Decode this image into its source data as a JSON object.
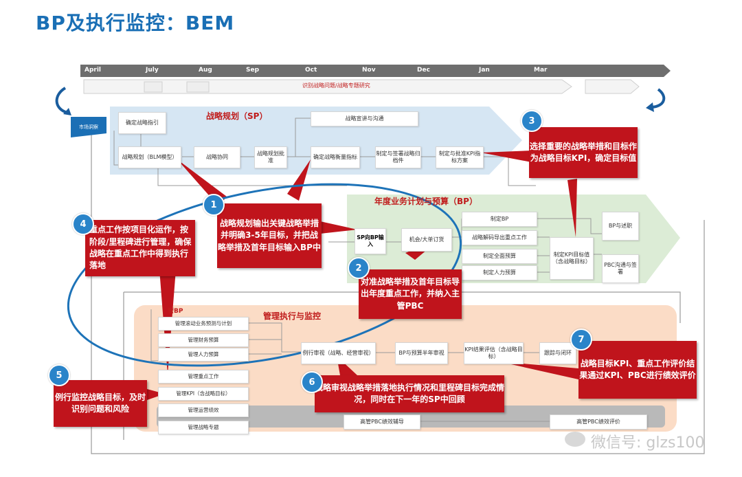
{
  "title": "BP及执行监控：BEM",
  "timeline": {
    "months": [
      "April",
      "July",
      "Aug",
      "Sep",
      "Oct",
      "Nov",
      "Dec",
      "Jan",
      "Mar"
    ],
    "banner": "识别战略问题/战略专题研究"
  },
  "sp": {
    "section_label": "战略规划（SP）",
    "market_insight": "市场洞察",
    "boxes": {
      "confirm_guideline": "确定战略指引",
      "blm": "战略规划（BLM模型）",
      "coordination": "战略协同",
      "approval": "战略规划批准",
      "measures": "确定战略衡量指标",
      "signoff": "制定与签署战略归档件",
      "kpi_plan": "制定与批准KPI指标方案",
      "comm": "战略宣讲与沟通"
    }
  },
  "bp": {
    "section_label": "年度业务计划与预算（BP）",
    "boxes": {
      "sp_input": "SP向BP输入",
      "opportunity": "机会/大单订货",
      "make_bp": "制定BP",
      "decode": "战略解码导出重点工作",
      "full_budget": "制定全面预算",
      "hr_budget": "制定人力预算",
      "kpi_target": "制定KPI目标值（含战略目标）",
      "bp_report": "BP与述职",
      "pbc": "PBC沟通与签署"
    }
  },
  "exec": {
    "section_label": "管理执行与监控",
    "bp_tag": "管BP",
    "boxes": {
      "rolling": "管理滚动业务预测与计划",
      "finance": "管理财务预算",
      "hr": "管理人力预算",
      "key_work": "管理重点工作",
      "kpi": "管理KPI（含战略目标）",
      "ops": "管理运营绩效",
      "topics": "管理战略专题",
      "review": "例行审视（战略、经营审视）",
      "bp_budget": "BP与预算半年审视",
      "kpi_eval": "KPI结果评估（含战略目标）",
      "track": "跟踪与闭环",
      "pbc_guide": "高管PBC绩效辅导",
      "pbc_eval": "高管PBC绩效评价"
    }
  },
  "callouts": {
    "c1": {
      "num": "1",
      "text": "战略规划输出关键战略举措并明确3-5年目标，并把战略举措及首年目标输入BP中"
    },
    "c2": {
      "num": "2",
      "text": "对准战略举措及首年目标导出年度重点工作，并纳入主管PBC"
    },
    "c3": {
      "num": "3",
      "text": "选择重要的战略举措和目标作为战略目标KPI，确定目标值"
    },
    "c4": {
      "num": "4",
      "text": "重点工作按项目化运作，按阶段/里程碑进行管理，确保战略在重点工作中得到执行落地"
    },
    "c5": {
      "num": "5",
      "text": "例行监控战略目标，及时识别问题和风险"
    },
    "c6": {
      "num": "6",
      "text": "战略审视战略举措落地执行情况和里程碑目标完成情况，同时在下一年的SP中回顾"
    },
    "c7": {
      "num": "7",
      "text": "战略目标KPI、重点工作评价结果通过KPI、PBC进行绩效评价"
    }
  },
  "watermark": "微信号: glzs100"
}
